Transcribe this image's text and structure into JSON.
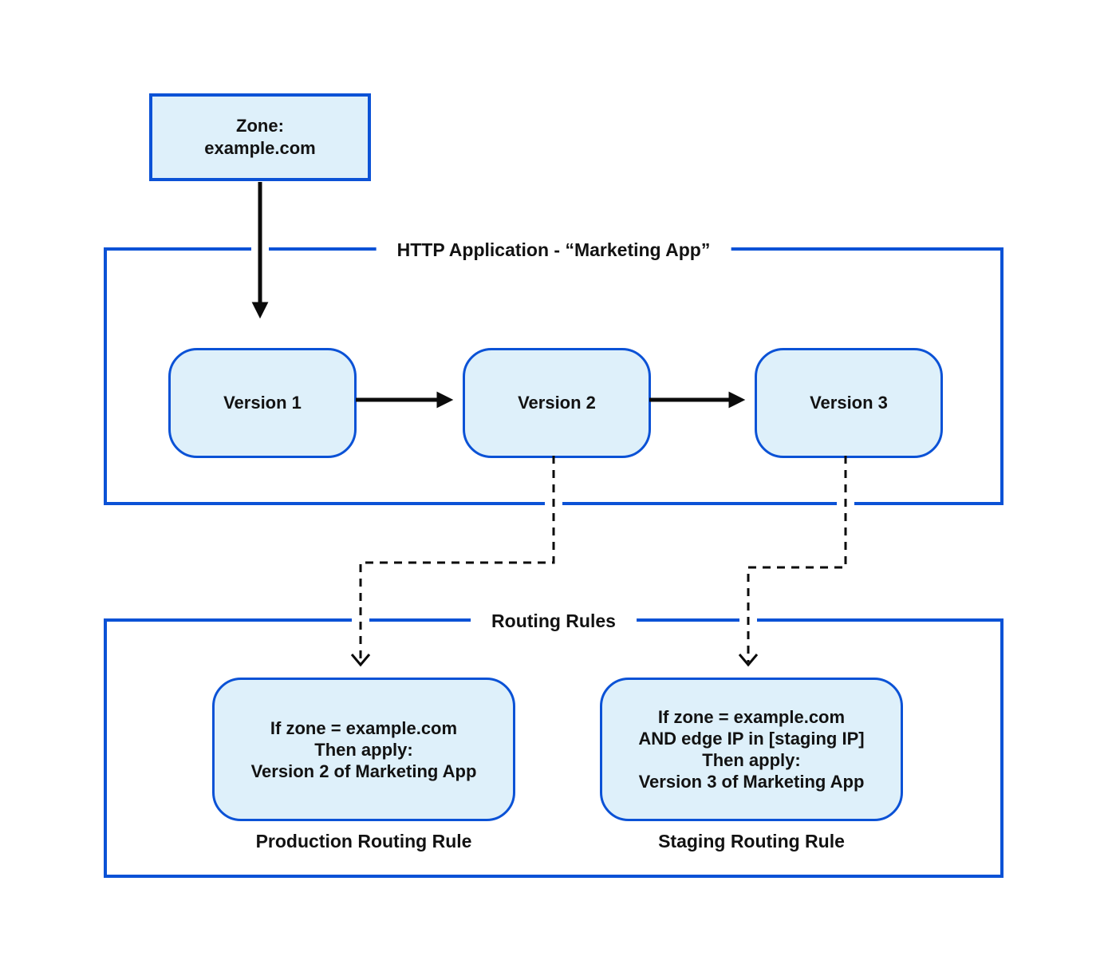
{
  "colors": {
    "accent_blue": "#0b52d6",
    "box_fill": "#def0fa",
    "text_dark": "#121212",
    "arrow_color": "#0b0b0b",
    "background": "#ffffff"
  },
  "zone_box": {
    "label": "Zone:\nexample.com"
  },
  "http_app": {
    "title": "HTTP Application - “Marketing App”",
    "versions": [
      {
        "label": "Version 1"
      },
      {
        "label": "Version 2"
      },
      {
        "label": "Version 3"
      }
    ]
  },
  "routing": {
    "title": "Routing Rules",
    "rules": [
      {
        "body": "If zone = example.com\nThen apply:\nVersion 2 of Marketing App",
        "caption": "Production Routing Rule"
      },
      {
        "body": "If zone = example.com\nAND edge IP in [staging IP]\nThen apply:\nVersion 3 of Marketing App",
        "caption": "Staging Routing Rule"
      }
    ]
  }
}
